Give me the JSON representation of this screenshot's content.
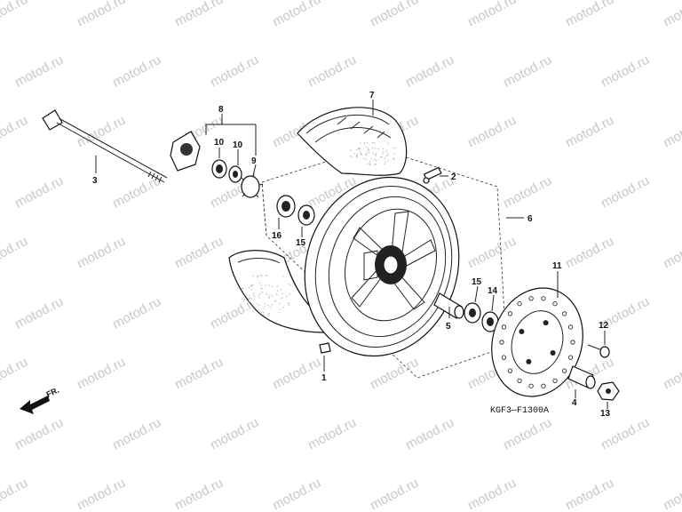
{
  "watermark": "motod.ru",
  "diagram_code": "KGF3—F1300A",
  "direction_label": "FR.",
  "callouts": [
    {
      "id": "1",
      "text": "1"
    },
    {
      "id": "2",
      "text": "2"
    },
    {
      "id": "3",
      "text": "3"
    },
    {
      "id": "4",
      "text": "4"
    },
    {
      "id": "5",
      "text": "5"
    },
    {
      "id": "6",
      "text": "6"
    },
    {
      "id": "7",
      "text": "7"
    },
    {
      "id": "8",
      "text": "8"
    },
    {
      "id": "9",
      "text": "9"
    },
    {
      "id": "10a",
      "text": "10"
    },
    {
      "id": "10b",
      "text": "10"
    },
    {
      "id": "11",
      "text": "11"
    },
    {
      "id": "12",
      "text": "12"
    },
    {
      "id": "13",
      "text": "13"
    },
    {
      "id": "14",
      "text": "14"
    },
    {
      "id": "15a",
      "text": "15"
    },
    {
      "id": "15b",
      "text": "15"
    },
    {
      "id": "16",
      "text": "16"
    }
  ],
  "icons": {
    "direction_arrow": "arrow-left-icon"
  }
}
